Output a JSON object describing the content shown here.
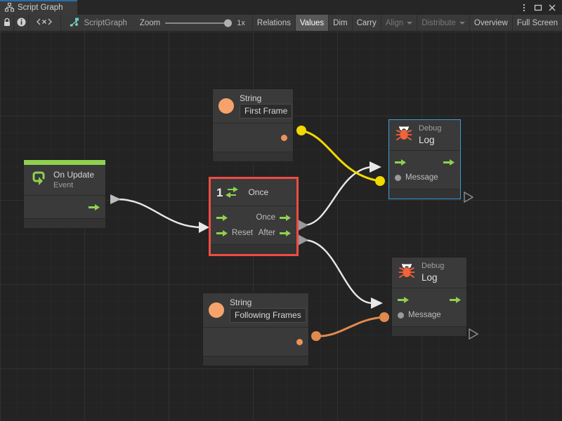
{
  "window": {
    "tab_label": "Script Graph",
    "tab_icon": "graph-hierarchy-icon",
    "controls": {
      "menu": "⋮",
      "maximize": "□",
      "close": "✕"
    }
  },
  "toolbar": {
    "lock_icon": "lock-icon",
    "info_icon": "info-icon",
    "variables_icon": "angle-brackets-x-icon",
    "breadcrumb": "ScriptGraph",
    "breadcrumb_icon": "script-graph-icon",
    "zoom_label": "Zoom",
    "zoom_value": "1x",
    "buttons": [
      {
        "label": "Relations",
        "state": "normal"
      },
      {
        "label": "Values",
        "state": "active"
      },
      {
        "label": "Dim",
        "state": "normal"
      },
      {
        "label": "Carry",
        "state": "normal"
      },
      {
        "label": "Align",
        "state": "disabled",
        "dropdown": true
      },
      {
        "label": "Distribute",
        "state": "disabled",
        "dropdown": true
      },
      {
        "label": "Overview",
        "state": "normal"
      },
      {
        "label": "Full Screen",
        "state": "normal"
      }
    ]
  },
  "graph": {
    "nodes": {
      "on_update": {
        "title": "On Update",
        "subtitle": "Event",
        "icon": "update-loop-icon",
        "header_color": "#8fd14f",
        "output_flow_port": "flow-output-port"
      },
      "string_first": {
        "title": "String",
        "value": "First Frame",
        "icon": "string-value-icon",
        "output_port": "value-output-port"
      },
      "string_following": {
        "title": "String",
        "value": "Following Frames",
        "icon": "string-value-icon",
        "output_port": "value-output-port"
      },
      "once": {
        "badge": "1",
        "title": "Once",
        "icon": "once-loop-icon",
        "selected": true,
        "selection_color": "#ef4c43",
        "inputs": [
          {
            "label": "",
            "type": "flow"
          },
          {
            "label": "Reset",
            "type": "flow"
          }
        ],
        "outputs": [
          {
            "label": "Once",
            "type": "flow"
          },
          {
            "label": "After",
            "type": "flow"
          }
        ]
      },
      "debug_log_top": {
        "title_top": "Debug",
        "title_main": "Log",
        "icon": "bug-icon",
        "selected": true,
        "selection_color": "#3c9ad4",
        "input_flow": "flow-input-port",
        "output_flow": "flow-output-port",
        "input_value_label": "Message"
      },
      "debug_log_bottom": {
        "title_top": "Debug",
        "title_main": "Log",
        "icon": "bug-icon",
        "selected": false,
        "input_flow": "flow-input-port",
        "output_flow": "flow-output-port",
        "input_value_label": "Message"
      }
    },
    "wire_colors": {
      "flow": "#e8e8e8",
      "data_highlight": "#f2d900",
      "data_value": "#e08a4e"
    }
  }
}
